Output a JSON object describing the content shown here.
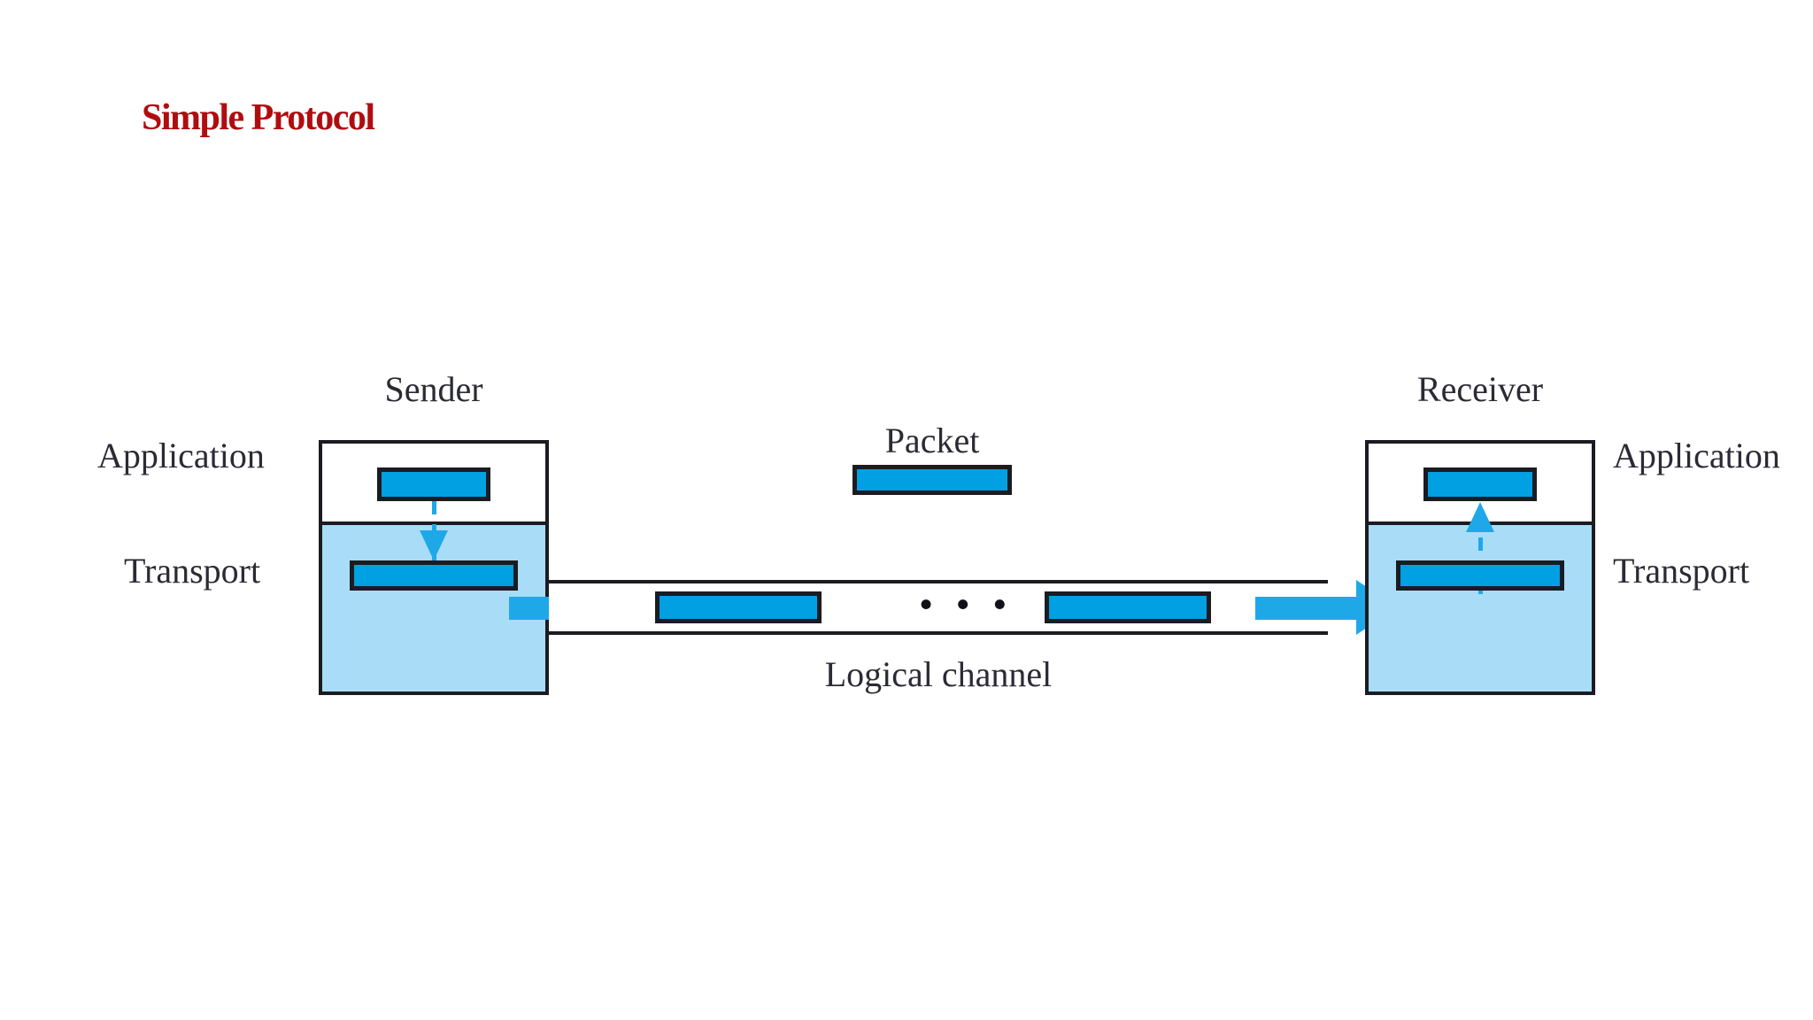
{
  "slide": {
    "title": "Simple Protocol"
  },
  "diagram": {
    "type": "protocol-flow",
    "sender": {
      "heading": "Sender",
      "layers": [
        {
          "name": "application",
          "label": "Application",
          "packet": "data-bar"
        },
        {
          "name": "transport",
          "label": "Transport",
          "packet": "data-bar"
        }
      ],
      "internal_flow": "application-to-transport-down-arrow"
    },
    "receiver": {
      "heading": "Receiver",
      "layers": [
        {
          "name": "application",
          "label": "Application",
          "packet": "data-bar"
        },
        {
          "name": "transport",
          "label": "Transport",
          "packet": "data-bar"
        }
      ],
      "internal_flow": "transport-to-application-up-arrow"
    },
    "left_labels": [
      "Application",
      "Transport"
    ],
    "right_labels": [
      "Application",
      "Transport"
    ],
    "channel": {
      "label": "Logical channel",
      "packets_visible": 2,
      "ellipsis": "• • •"
    },
    "callout": {
      "label": "Packet"
    },
    "transfer_arrows": [
      {
        "name": "sender-to-channel",
        "direction": "right"
      },
      {
        "name": "channel-to-receiver",
        "direction": "right"
      }
    ]
  },
  "colors": {
    "title_red": "#b00d10",
    "packet_blue": "#00a0e3",
    "arrow_blue": "#1fa8e8",
    "transport_fill": "#a9ddf7",
    "outline": "#1b1b22",
    "shadow": "#57575c",
    "text": "#2b2b35",
    "background": "#ffffff"
  }
}
